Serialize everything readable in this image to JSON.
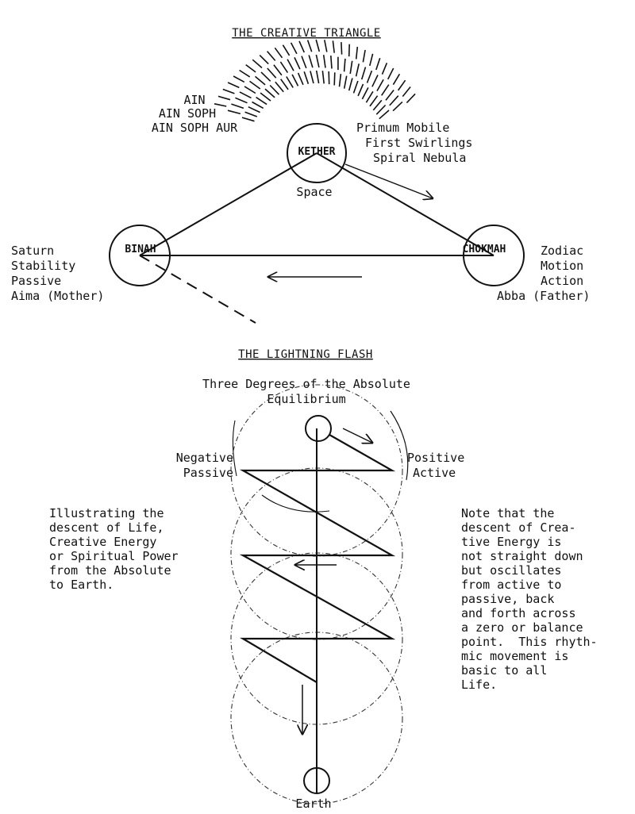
{
  "creative_triangle": {
    "title": "THE CREATIVE TRIANGLE",
    "ain_labels": [
      "AIN",
      "AIN SOPH",
      "AIN SOPH AUR"
    ],
    "kether": {
      "name": "KETHER",
      "sub": "Space"
    },
    "primum": [
      "Primum Mobile",
      "First Swirlings",
      "Spiral Nebula"
    ],
    "binah": {
      "name": "BINAH",
      "attributes": [
        "Saturn",
        "Stability",
        "Passive",
        "Aima (Mother)"
      ]
    },
    "chokmah": {
      "name": "CHOKMAH",
      "attributes": [
        "Zodiac",
        "Motion",
        "Action",
        "Abba (Father)"
      ]
    }
  },
  "lightning_flash": {
    "title": "THE LIGHTNING FLASH",
    "subtitle": [
      "Three Degrees of the Absolute",
      "Equilibrium"
    ],
    "negative": [
      "Negative",
      "Passive"
    ],
    "positive": [
      "Positive",
      "Active"
    ],
    "left_note": "Illustrating the\ndescent of Life,\nCreative Energy\nor Spiritual Power\nfrom the Absolute\nto Earth.",
    "right_note": "Note that the\ndescent of Crea-\ntive Energy is\nnot straight down\nbut oscillates\nfrom active to\npassive, back\nand forth across\na zero or balance\npoint.  This rhyth-\nmic movement is\nbasic to all\nLife.",
    "earth": "Earth"
  }
}
